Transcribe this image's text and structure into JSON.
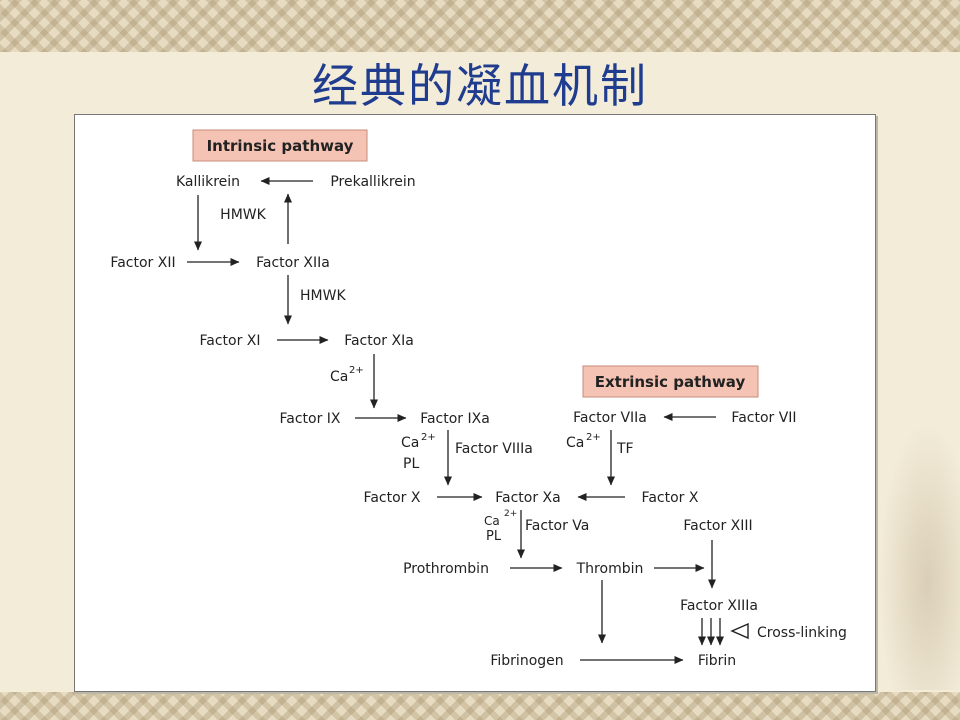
{
  "slide": {
    "title": "经典的凝血机制"
  },
  "diagram": {
    "intrinsic_header": "Intrinsic pathway",
    "extrinsic_header": "Extrinsic pathway",
    "header_color": "#f4c3b3",
    "kallikrein": "Kallikrein",
    "prekallikrein": "Prekallikrein",
    "hmwk_1": "HMWK",
    "factor_xii": "Factor XII",
    "factor_xiia": "Factor XIIa",
    "hmwk_2": "HMWK",
    "factor_xi": "Factor XI",
    "factor_xia": "Factor XIa",
    "ca_1": "Ca",
    "ca_1_sup": "2+",
    "factor_ix": "Factor IX",
    "factor_ixa": "Factor IXa",
    "ca_2": "Ca",
    "ca_2_sup": "2+",
    "pl_1": "PL",
    "factor_viiia": "Factor VIIIa",
    "factor_viia": "Factor VIIa",
    "factor_vii": "Factor VII",
    "ca_3": "Ca",
    "ca_3_sup": "2+",
    "tf": "TF",
    "factor_x_left": "Factor X",
    "factor_xa": "Factor Xa",
    "factor_x_right": "Factor X",
    "ca_4": "Ca",
    "ca_4_sup": "2+",
    "pl_2": "PL",
    "factor_va": "Factor Va",
    "factor_xiii": "Factor XIII",
    "prothrombin": "Prothrombin",
    "thrombin": "Thrombin",
    "factor_xiiia": "Factor XIIIa",
    "cross_linking": "Cross-linking",
    "fibrinogen": "Fibrinogen",
    "fibrin": "Fibrin"
  }
}
